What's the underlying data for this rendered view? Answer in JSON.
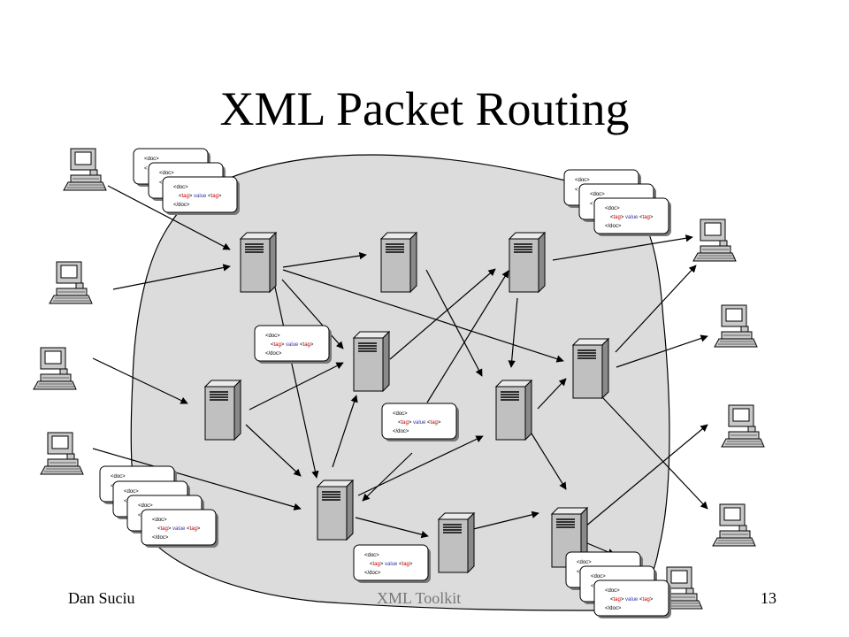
{
  "slide": {
    "title": "XML Packet Routing",
    "footer_author": "Dan Suciu",
    "footer_center": "XML Toolkit",
    "page_number": "13"
  },
  "packet": {
    "open_tag": "<doc>",
    "tag": "<tag>",
    "value": "value",
    "close_tag": "</doc>"
  },
  "colors": {
    "cloud_fill": "#dcdcdc",
    "server_face": "#c0c0c0",
    "tag_color": "#cc0000",
    "value_color": "#3333aa",
    "footer_gray": "#777777"
  },
  "icons": {
    "client": "desktop-computer-icon",
    "router": "server-tower-icon",
    "packet": "xml-document-icon"
  }
}
